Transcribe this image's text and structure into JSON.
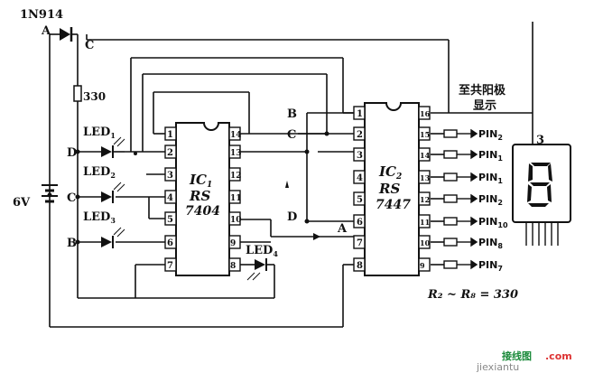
{
  "diode": {
    "part": "1N914",
    "node_a": "A",
    "node_c": "C"
  },
  "resistor_label": "330",
  "battery_label": "6V",
  "leds": {
    "led1": {
      "label": "LED",
      "sub": "1",
      "node": "D"
    },
    "led2": {
      "label": "LED",
      "sub": "2",
      "node": "C"
    },
    "led3": {
      "label": "LED",
      "sub": "3",
      "node": "B"
    },
    "led4": {
      "label": "LED",
      "sub": "4"
    }
  },
  "ic1": {
    "name": "IC",
    "sub": "1",
    "line2": "RS",
    "line3": "7404",
    "left_pins": [
      "1",
      "2",
      "3",
      "4",
      "5",
      "6",
      "7"
    ],
    "right_pins": [
      "14",
      "13",
      "12",
      "11",
      "10",
      "9",
      "8"
    ]
  },
  "ic2": {
    "name": "IC",
    "sub": "2",
    "line2": "RS",
    "line3": "7447",
    "left_pins": [
      "1",
      "2",
      "3",
      "4",
      "5",
      "6",
      "7",
      "8"
    ],
    "right_pins": [
      "16",
      "15",
      "14",
      "13",
      "12",
      "11",
      "10",
      "9"
    ]
  },
  "ic2_inputs": {
    "b": "B",
    "c": "C",
    "d": "D",
    "a": "A"
  },
  "outputs": [
    {
      "label": "PIN",
      "sub": "2"
    },
    {
      "label": "PIN",
      "sub": "1"
    },
    {
      "label": "PIN",
      "sub": "1"
    },
    {
      "label": "PIN",
      "sub": "2"
    },
    {
      "label": "PIN",
      "sub": "10"
    },
    {
      "label": "PIN",
      "sub": "8"
    },
    {
      "label": "PIN",
      "sub": "7"
    }
  ],
  "display": {
    "note_line1": "至共阳极",
    "note_line2": "显示",
    "pin_label": "3"
  },
  "resistor_note": "R₂ ~ R₈ = 330",
  "watermark": {
    "cn": "接线图",
    "url": "jiexiantu",
    "site": ".com"
  }
}
